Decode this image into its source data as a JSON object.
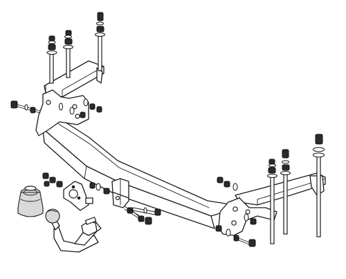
{
  "colors": {
    "background": "#ffffff",
    "line": "#1a1a1a",
    "nut": "#2b2b2b",
    "shade": "#d9d9d9"
  },
  "parts": [
    "crossbar",
    "left-mounting-bracket",
    "right-mounting-bracket",
    "tow-ball",
    "ball-cover",
    "socket-plate",
    "bolt-sets"
  ]
}
